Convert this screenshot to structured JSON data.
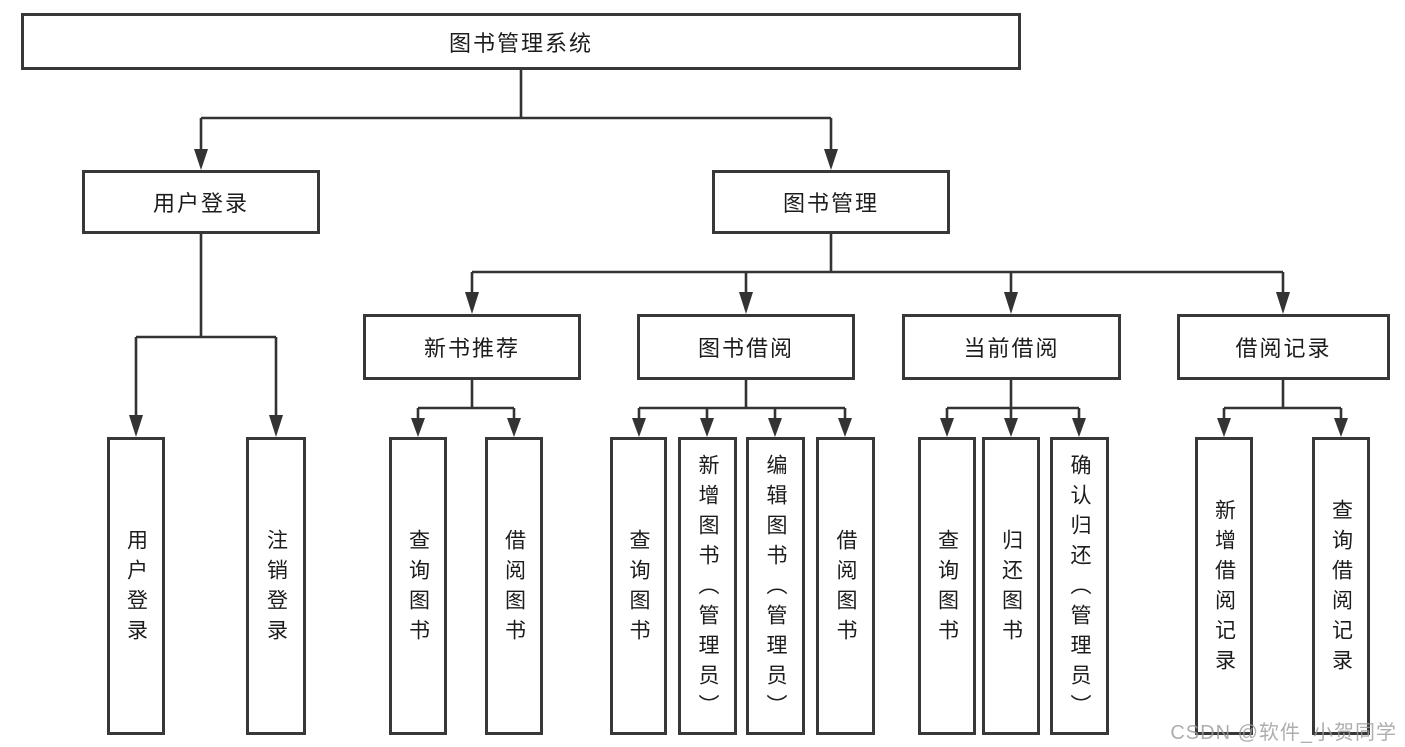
{
  "diagram": {
    "title": "图书管理系统",
    "type": "functional-structure-tree"
  },
  "nodes": {
    "root": {
      "label": "图书管理系统"
    },
    "user_login": {
      "label": "用户登录"
    },
    "book_mgmt": {
      "label": "图书管理"
    },
    "new_book_rec": {
      "label": "新书推荐"
    },
    "book_borrow": {
      "label": "图书借阅"
    },
    "current_borrow": {
      "label": "当前借阅"
    },
    "borrow_records": {
      "label": "借阅记录"
    },
    "ul_login": {
      "label": "用户登录"
    },
    "ul_logout": {
      "label": "注销登录"
    },
    "nb_query": {
      "label": "查询图书"
    },
    "nb_borrow": {
      "label": "借阅图书"
    },
    "bb_query": {
      "label": "查询图书"
    },
    "bb_add": {
      "label": "新增图书（管理员）"
    },
    "bb_edit": {
      "label": "编辑图书（管理员）"
    },
    "bb_borrow": {
      "label": "借阅图书"
    },
    "cb_query": {
      "label": "查询图书"
    },
    "cb_return": {
      "label": "归还图书"
    },
    "cb_confirm": {
      "label": "确认归还（管理员）"
    },
    "br_add": {
      "label": "新增借阅记录"
    },
    "br_query": {
      "label": "查询借阅记录"
    }
  },
  "watermark": "CSDN @软件_小贺同学",
  "colors": {
    "line": "#333333",
    "box_border": "#383838",
    "box_fill": "#ffffff",
    "text": "#1c1c1c",
    "watermark": "#9b9b9b"
  }
}
